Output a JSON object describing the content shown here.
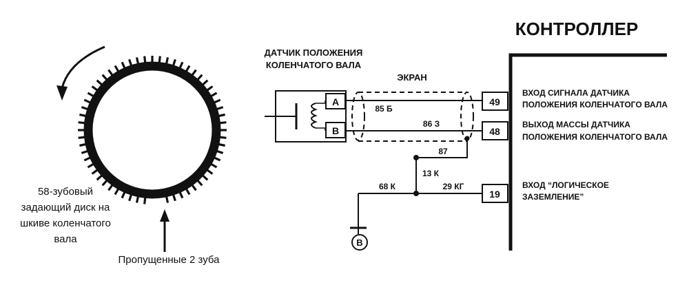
{
  "controller": {
    "title": "КОНТРОЛЛЕР",
    "pins": [
      {
        "number": "49",
        "label_line1": "ВХОД СИГНАЛА ДАТЧИКА",
        "label_line2": "ПОЛОЖЕНИЯ КОЛЕНЧАТОГО ВАЛА"
      },
      {
        "number": "48",
        "label_line1": "ВЫХОД МАССЫ ДАТЧИКА",
        "label_line2": "ПОЛОЖЕНИЯ КОЛЕНЧАТОГО ВАЛА"
      },
      {
        "number": "19",
        "label_line1": "ВХОД “ЛОГИЧЕСКОЕ",
        "label_line2": "ЗАЗЕМЛЕНИЕ”"
      }
    ]
  },
  "sensor": {
    "title_line1": "ДАТЧИК ПОЛОЖЕНИЯ",
    "title_line2": "КОЛЕНЧАТОГО ВАЛА",
    "terminal_a": "A",
    "terminal_b": "B"
  },
  "shield": {
    "label": "ЭКРАН"
  },
  "wires": {
    "w85": "85 Б",
    "w86": "86 З",
    "w87": "87",
    "w13": "13 К",
    "w68": "68 К",
    "w29": "29 КГ"
  },
  "ground": {
    "label": "B"
  },
  "disc": {
    "caption": [
      "58-зубовый",
      "задающий диск на",
      "шкиве коленчатого",
      "вала"
    ],
    "missing_teeth_label": "Пропущенные 2 зуба"
  }
}
